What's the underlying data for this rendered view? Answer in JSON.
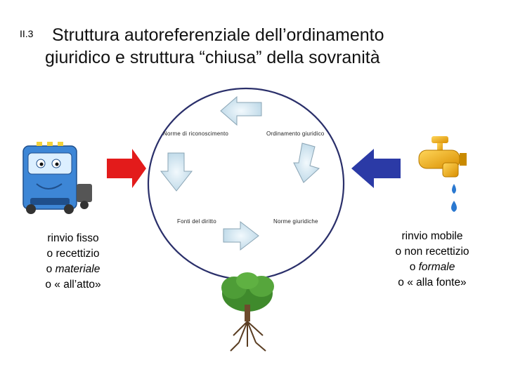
{
  "header": {
    "number": "II.3",
    "title_line1": "Struttura autoreferenziale dell’ordinamento",
    "title_line2": "giuridico e struttura “chiusa” della sovranità"
  },
  "cycle": {
    "top_left": "Norme di riconoscimento",
    "top_right": "Ordinamento giuridico",
    "bottom_left": "Fonti del diritto",
    "bottom_right": "Norme giuridiche"
  },
  "left_caption": {
    "l1": "rinvio fisso",
    "l2": "o  recettizio",
    "l3_prefix": "o ",
    "l3_em": "materiale",
    "l4": "o « all’atto»"
  },
  "right_caption": {
    "l1": "rinvio mobile",
    "l2": "o non recettizio",
    "l3_prefix": "o ",
    "l3_em": "formale",
    "l4": "o « alla fonte»"
  },
  "colors": {
    "circle": "#2a2f6a",
    "cycle_arrow": "#cfe3ef",
    "red_arrow": "#e31b1b",
    "blue_arrow": "#2b3aa6",
    "tap": "#f2b21a",
    "truck": "#3d86d6",
    "tree": "#3f8a2c"
  },
  "icons": [
    "truck-icon",
    "tap-icon",
    "water-drop-icon",
    "tree-icon"
  ]
}
